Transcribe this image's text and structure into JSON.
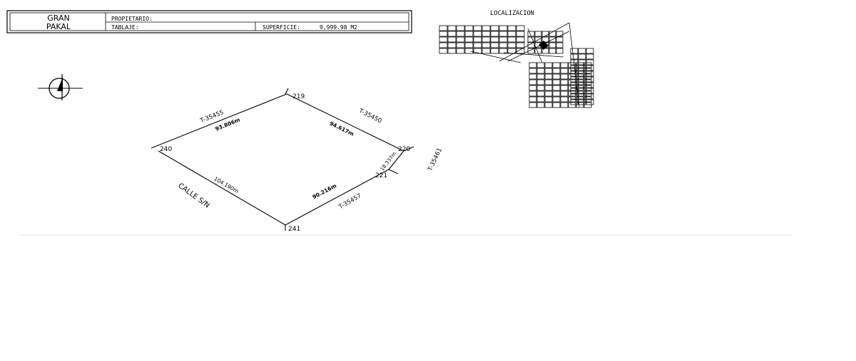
{
  "title_block": {
    "brand_line1": "GRAN",
    "brand_line2": "PAKAL",
    "owner_label": "PROPIETARIO:",
    "tablaje_label": "TABLAJE:",
    "area_label": "SUPERFICIE:",
    "area_value": "9,999.98 M2"
  },
  "location_map": {
    "title": "LOCALIZACION"
  },
  "plot": {
    "vertices": {
      "v219": "219",
      "v220": "220",
      "v221": "221",
      "v240": "240",
      "v241": "241"
    },
    "edges": {
      "e240_219": "93.806m",
      "e219_220": "94.617m",
      "e220_221": "18.337m",
      "e221_241": "90.216m",
      "e241_240": "104.190m"
    },
    "neighbors": {
      "north_west": "T-35455",
      "north_east": "T-35450",
      "east": "T-35461",
      "south_east": "T-35457",
      "south_west": "CALLE S/N"
    }
  },
  "colors": {
    "ink": "#000000",
    "paper": "#ffffff"
  }
}
